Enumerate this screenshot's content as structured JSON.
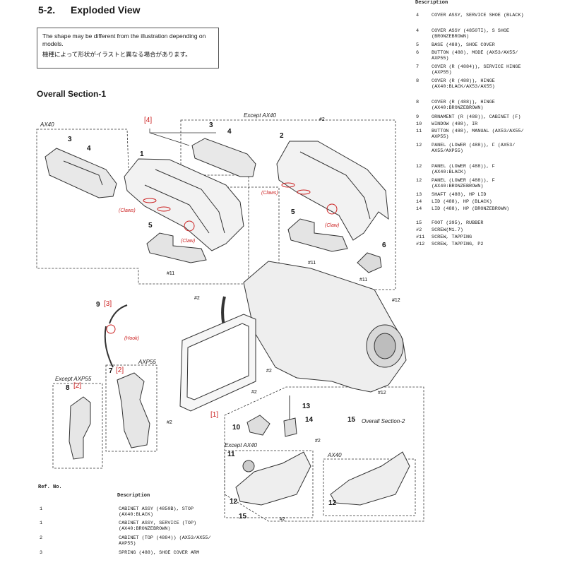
{
  "header": {
    "section_number": "5-2.",
    "section_title": "Exploded View",
    "notice_en": "The shape may be different from the illustration depending on models.",
    "notice_ja": "機種によって形状がイラストと異なる場合があります。",
    "subsection_title": "Overall Section-1"
  },
  "diagram": {
    "group_labels": {
      "ax40_top": "AX40",
      "except_ax40_top": "Except AX40",
      "axp55": "AXP55",
      "except_axp55": "Except AXP55",
      "except_ax40_bottom": "Except AX40",
      "ax40_bottom": "AX40",
      "overall_section_2": "Overall Section-2"
    },
    "red_labels": {
      "b4": "[4]",
      "b3": "[3]",
      "b2a": "[2]",
      "b2b": "[2]",
      "b1": "[1]",
      "claws_left": "(Claws)",
      "claw_left": "(Claw)",
      "claws_right": "(Claws)",
      "claw_right": "(Claw)",
      "hook": "(Hook)"
    },
    "callouts": {
      "c3a": "3",
      "c4a": "4",
      "c1": "1",
      "c5a": "5",
      "c11a": "#11",
      "c2top": "#2",
      "c3b": "3",
      "c4b": "4",
      "c2": "2",
      "c5b": "5",
      "c11b": "#11",
      "c6": "6",
      "c11c": "#11",
      "c2mid": "#2",
      "c12a": "#12",
      "c9": "9",
      "c2b": "#2",
      "c2c": "#2",
      "c12b": "#12",
      "c7": "7",
      "c8": "8",
      "c2d": "#2",
      "c13": "13",
      "c14": "14",
      "c15a": "15",
      "c10": "10",
      "c2e": "#2",
      "c11d": "11",
      "c12c": "12",
      "c15b": "15",
      "c2f": "#2",
      "c12d": "12"
    }
  },
  "parts_list_right": {
    "header": "Description",
    "rows": [
      {
        "ref": "4",
        "line1": "COVER ASSY, SERVICE SHOE (BLACK)",
        "line2": ""
      },
      {
        "ref": "4",
        "line1": "COVER ASSY (4850TI), S SHOE",
        "line2": "(BRONZEBROWN)"
      },
      {
        "ref": "5",
        "line1": "BASE (488), SHOE COVER",
        "line2": ""
      },
      {
        "ref": "6",
        "line1": "BUTTON (488), MODE (AX53/AX55/",
        "line2": "AXP55)"
      },
      {
        "ref": "7",
        "line1": "COVER (R (4884)), SERVICE HINGE",
        "line2": "(AXP55)"
      },
      {
        "ref": "8",
        "line1": "COVER (R (488)), HINGE",
        "line2": "(AX40:BLACK/AX53/AX55)"
      },
      {
        "ref": "8",
        "line1": "COVER (R (488)), HINGE",
        "line2": "(AX40:BRONZEBROWN)"
      },
      {
        "ref": "9",
        "line1": "ORNAMENT (R (488)), CABINET (F)",
        "line2": ""
      },
      {
        "ref": "10",
        "line1": "WINDOW (488), IR",
        "line2": ""
      },
      {
        "ref": "11",
        "line1": "BUTTON (488), MANUAL (AX53/AX55/",
        "line2": "AXP55)"
      },
      {
        "ref": "12",
        "line1": "PANEL (LOWER (488)), F (AX53/",
        "line2": "AX55/AXP55)"
      },
      {
        "ref": "12",
        "line1": "PANEL (LOWER (488)), F",
        "line2": "(AX40:BLACK)"
      },
      {
        "ref": "12",
        "line1": "PANEL (LOWER (488)), F",
        "line2": "(AX40:BRONZEBROWN)"
      },
      {
        "ref": "13",
        "line1": "SHAFT (488), HP LID",
        "line2": ""
      },
      {
        "ref": "14",
        "line1": "LID (488), HP (BLACK)",
        "line2": ""
      },
      {
        "ref": "14",
        "line1": "LID (488), HP (BRONZEBROWN)",
        "line2": ""
      },
      {
        "ref": "15",
        "line1": "FOOT (395), RUBBER",
        "line2": ""
      },
      {
        "ref": "#2",
        "line1": "SCREW(M1.7)",
        "line2": ""
      },
      {
        "ref": "#11",
        "line1": "SCREW, TAPPING",
        "line2": ""
      },
      {
        "ref": "#12",
        "line1": "SCREW, TAPPING, P2",
        "line2": ""
      }
    ]
  },
  "parts_list_bottom": {
    "ref_header": "Ref. No.",
    "desc_header": "Description",
    "rows": [
      {
        "ref": "1",
        "line1": "CABINET ASSY (4850B), STOP",
        "line2": "(AX40:BLACK)"
      },
      {
        "ref": "1",
        "line1": "CABINET ASSY, SERVICE (TOP)",
        "line2": "(AX40:BRONZEBROWN)"
      },
      {
        "ref": "2",
        "line1": "CABINET (TOP (4884)) (AX53/AX55/",
        "line2": "AXP55)"
      },
      {
        "ref": "3",
        "line1": "SPRING (488), SHOE COVER ARM",
        "line2": ""
      }
    ]
  }
}
